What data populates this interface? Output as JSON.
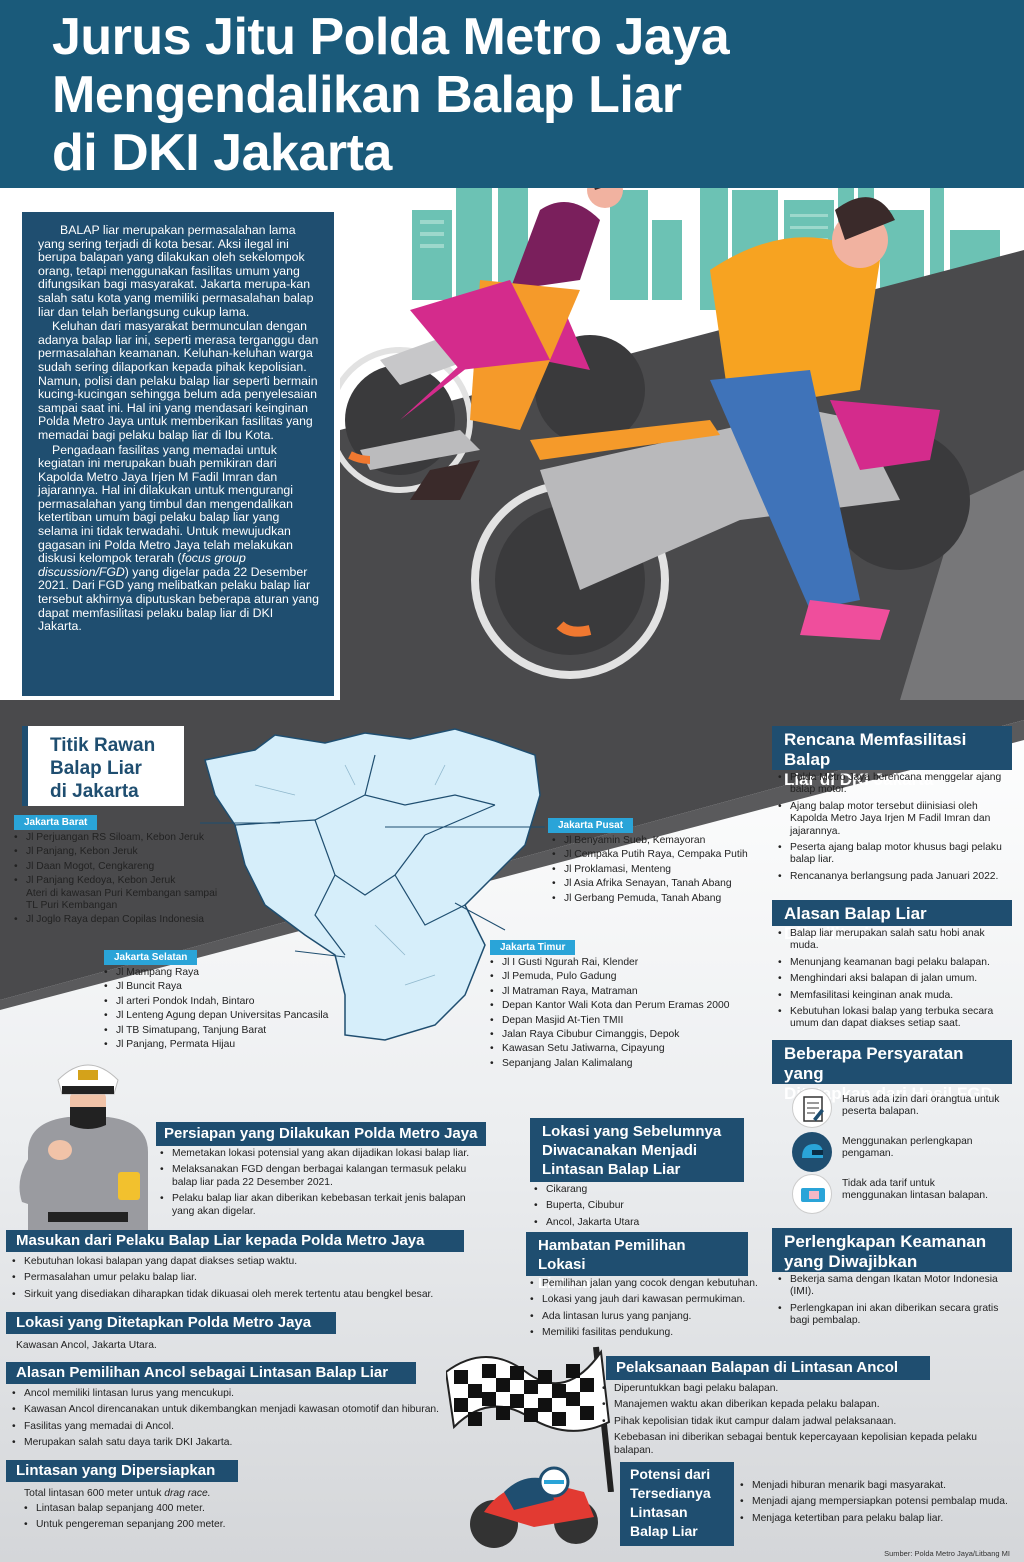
{
  "title": {
    "line1": "Jurus Jitu Polda Metro Jaya",
    "line2": "Mengendalikan Balap Liar",
    "line3": "di DKI Jakarta"
  },
  "intro": {
    "p1": "BALAP liar merupakan permasalahan lama yang sering terjadi di kota besar. Aksi ilegal ini berupa balapan yang dilakukan oleh sekelompok orang, tetapi menggunakan fasilitas umum yang difungsikan bagi masyarakat. Jakarta merupa-kan salah satu kota yang memiliki permasalahan balap liar dan telah berlangsung cukup lama.",
    "p2": "Keluhan dari masyarakat bermunculan dengan adanya balap liar ini, seperti merasa terganggu dan permasalahan keamanan. Keluhan-keluhan warga sudah sering dilaporkan kepada pihak kepolisian. Namun, polisi dan pelaku balap liar seperti bermain kucing-kucingan sehingga belum ada penyelesaian sampai saat ini. Hal ini yang mendasari keinginan Polda Metro Jaya untuk memberikan fasilitas yang memadai bagi pelaku balap liar di Ibu Kota.",
    "p3a": "Pengadaan fasilitas yang memadai untuk kegiatan ini merupakan buah pemikiran dari Kapolda Metro Jaya Irjen M Fadil Imran dan jajarannya. Hal ini dilakukan untuk mengurangi permasalahan yang timbul dan mengendalikan ketertiban umum bagi pelaku balap liar yang selama ini tidak terwadahi. Untuk mewujudkan gagasan ini Polda Metro Jaya telah melakukan diskusi kelompok terarah (",
    "p3em": "focus group discussion/FGD",
    "p3b": ") yang digelar pada 22 Desember 2021. Dari FGD yang melibatkan pelaku balap liar tersebut akhirnya diputuskan beberapa aturan yang dapat memfasilitasi pelaku balap liar di DKI Jakarta."
  },
  "titik_rawan": {
    "title1": "Titik Rawan",
    "title2": "Balap Liar",
    "title3": "di Jakarta",
    "barat": {
      "label": "Jakarta Barat",
      "items": [
        "Jl Perjuangan RS Siloam, Kebon Jeruk",
        "Jl Panjang, Kebon Jeruk",
        "Jl Daan Mogot, Cengkareng",
        "Jl Panjang Kedoya, Kebon Jeruk",
        "Jl Joglo Raya depan Copilas Indonesia"
      ],
      "item4_sub1": "Ateri di kawasan Puri Kembangan sampai",
      "item4_sub2": "TL Puri Kembangan"
    },
    "pusat": {
      "label": "Jakarta Pusat",
      "items": [
        "Jl Benyamin Sueb, Kemayoran",
        "Jl Cempaka Putih Raya, Cempaka Putih",
        "Jl Proklamasi, Menteng",
        "Jl Asia Afrika Senayan, Tanah Abang",
        "Jl Gerbang Pemuda, Tanah Abang"
      ]
    },
    "selatan": {
      "label": "Jakarta Selatan",
      "items": [
        "Jl Mampang Raya",
        "Jl Buncit Raya",
        "Jl arteri Pondok Indah, Bintaro",
        "Jl Lenteng Agung depan Universitas Pancasila",
        "Jl TB Simatupang, Tanjung Barat",
        "Jl Panjang, Permata Hijau"
      ]
    },
    "timur": {
      "label": "Jakarta Timur",
      "items": [
        "Jl I Gusti Ngurah Rai, Klender",
        "Jl Pemuda, Pulo Gadung",
        "Jl Matraman Raya, Matraman",
        "Depan Kantor Wali Kota dan Perum Eramas 2000",
        "Depan Masjid At-Tien TMII",
        "Jalan Raya Cibubur Cimanggis, Depok",
        "Kawasan Setu Jatiwarna, Cipayung",
        "Sepanjang Jalan Kalimalang"
      ]
    }
  },
  "rencana": {
    "title1": "Rencana Memfasilitasi Balap",
    "title2": "Liar di DKI Jakarta",
    "items": [
      "Polda Metro Jaya berencana menggelar ajang balap motor.",
      "Ajang balap motor tersebut diinisiasi oleh Kapolda Metro Jaya Irjen M Fadil Imran dan jajarannya.",
      "Peserta ajang balap motor khusus bagi pelaku balap liar.",
      "Rencananya berlangsung pada Januari 2022."
    ]
  },
  "alasan_difasilitasi": {
    "title": "Alasan Balap Liar Difasilitasi",
    "items": [
      "Balap liar merupakan salah satu hobi anak muda.",
      "Menunjang keamanan bagi pelaku balapan.",
      "Menghindari aksi balapan di jalan umum.",
      "Memfasilitasi keinginan anak muda.",
      "Kebutuhan lokasi balap yang terbuka secara umum dan dapat diakses setiap saat."
    ]
  },
  "persyaratan": {
    "title1": "Beberapa Persyaratan yang",
    "title2": "Ditetapkan dari Hasil FGD",
    "items": [
      "Harus ada izin dari orangtua untuk peserta balapan.",
      "Menggunakan perlengkapan pengaman.",
      "Tidak ada tarif untuk menggunakan lintasan balapan."
    ]
  },
  "persiapan": {
    "title": "Persiapan yang Dilakukan Polda Metro Jaya",
    "items": [
      "Memetakan lokasi potensial yang akan dijadikan lokasi balap liar.",
      "Melaksanakan FGD dengan berbagai kalangan termasuk pelaku balap liar pada 22 Desember 2021.",
      "Pelaku balap liar akan diberikan kebebasan terkait jenis balapan yang akan digelar."
    ]
  },
  "lokasi_sebelumnya": {
    "title1": "Lokasi yang Sebelumnya",
    "title2": "Diwacanakan Menjadi",
    "title3": "Lintasan Balap Liar",
    "items": [
      "Cikarang",
      "Buperta, Cibubur",
      "Ancol, Jakarta Utara"
    ]
  },
  "masukan": {
    "title": "Masukan dari Pelaku Balap Liar kepada Polda Metro Jaya",
    "items": [
      "Kebutuhan lokasi balapan yang dapat diakses setiap waktu.",
      "Permasalahan umur pelaku balap liar.",
      "Sirkuit yang disediakan diharapkan tidak dikuasai oleh merek tertentu atau bengkel besar."
    ]
  },
  "hambatan": {
    "title1": "Hambatan Pemilihan Lokasi",
    "title2": "Lintasan",
    "items": [
      "Pemilihan jalan yang cocok dengan kebutuhan.",
      "Lokasi yang jauh dari kawasan permukiman.",
      "Ada lintasan lurus yang panjang.",
      "Memiliki fasilitas pendukung."
    ]
  },
  "perlengkapan": {
    "title1": "Perlengkapan Keamanan",
    "title2": "yang Diwajibkan",
    "items": [
      "Bekerja sama dengan Ikatan Motor Indonesia (IMI).",
      "Perlengkapan ini akan diberikan secara gratis bagi pembalap."
    ]
  },
  "lokasi_ditetapkan": {
    "title": "Lokasi yang Ditetapkan Polda Metro Jaya",
    "text": "Kawasan Ancol, Jakarta Utara."
  },
  "alasan_ancol": {
    "title": "Alasan Pemilihan Ancol sebagai Lintasan Balap Liar",
    "items": [
      "Ancol memiliki lintasan lurus yang mencukupi.",
      "Kawasan Ancol direncanakan untuk dikembangkan menjadi kawasan otomotif dan hiburan.",
      "Fasilitas yang memadai di Ancol.",
      "Merupakan salah satu daya tarik DKI Jakarta."
    ]
  },
  "pelaksanaan": {
    "title": "Pelaksanaan Balapan di Lintasan Ancol",
    "items": [
      "Diperuntukkan bagi pelaku balapan.",
      "Manajemen waktu akan diberikan kepada pelaku balapan.",
      "Pihak kepolisian tidak ikut campur dalam jadwal pelaksanaan.",
      "Kebebasan ini diberikan sebagai bentuk kepercayaan kepolisian kepada pelaku balapan."
    ]
  },
  "lintasan": {
    "title": "Lintasan yang Dipersiapkan",
    "total_a": "Total lintasan 600 meter untuk ",
    "total_em": "drag race.",
    "items": [
      "Lintasan balap sepanjang 400 meter.",
      "Untuk pengereman sepanjang 200 meter."
    ]
  },
  "potensi": {
    "title1": "Potensi dari",
    "title2": "Tersedianya",
    "title3": "Lintasan",
    "title4": "Balap Liar",
    "items": [
      "Menjadi hiburan menarik bagi masyarakat.",
      "Menjadi ajang mempersiapkan potensi pembalap muda.",
      "Menjaga ketertiban para pelaku balap liar."
    ]
  },
  "source": "Sumber: Polda Metro Jaya/Litbang MI",
  "colors": {
    "header_blue": "#1a5a7a",
    "box_blue": "#1f4e70",
    "accent_cyan": "#2aa4d8",
    "road_grey": "#4a4a4c",
    "map_fill": "#d6eefa"
  }
}
